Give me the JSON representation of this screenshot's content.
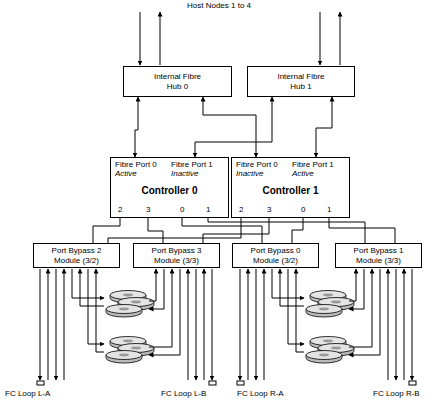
{
  "diagram": {
    "nodes": [
      {
        "text": [
          "Internal Fibre Hub 0"
        ]
      },
      {
        "text": [
          "Internal Fibre Hub 1"
        ]
      },
      {
        "text": [
          "Fibre Port 0",
          "Active",
          "Fibre Port 1",
          "Inactive",
          "Controller 0",
          "2",
          "3",
          "0",
          "1"
        ]
      },
      {
        "text": [
          "Fibre Port 0",
          "Inactive",
          "Fibre Port 1",
          "Active",
          "Controller 1",
          "2",
          "3",
          "0",
          "1"
        ]
      },
      {
        "text": [
          "Port Bypass 2 Module (3/2)"
        ]
      },
      {
        "text": [
          "Port Bypass 3 Module (3/3)"
        ]
      },
      {
        "text": [
          "Port Bypass 0 Module (3/2)"
        ]
      },
      {
        "text": [
          "Port Bypass 1 Module (3/3)"
        ]
      }
    ],
    "edges": [
      {
        "from": 0,
        "to": 2,
        "arrow": "both"
      },
      {
        "from": 0,
        "to": 3,
        "arrow": "both"
      },
      {
        "from": 1,
        "to": 2,
        "arrow": "both"
      },
      {
        "from": 1,
        "to": 3,
        "arrow": "both"
      },
      {
        "from": 2,
        "to": 4,
        "arrow": "none"
      },
      {
        "from": 2,
        "to": 5,
        "arrow": "none"
      },
      {
        "from": 2,
        "to": 6,
        "arrow": "none"
      },
      {
        "from": 2,
        "to": 7,
        "arrow": "none"
      },
      {
        "from": 3,
        "to": 4,
        "arrow": "none"
      },
      {
        "from": 3,
        "to": 5,
        "arrow": "none"
      },
      {
        "from": 3,
        "to": 6,
        "arrow": "none"
      },
      {
        "from": 3,
        "to": 7,
        "arrow": "none"
      }
    ],
    "labels": [
      "Host Nodes 1 to 4",
      "FC Loop L-A",
      "FC Loop L-B",
      "FC Loop R-A",
      "FC Loop R-B"
    ]
  }
}
